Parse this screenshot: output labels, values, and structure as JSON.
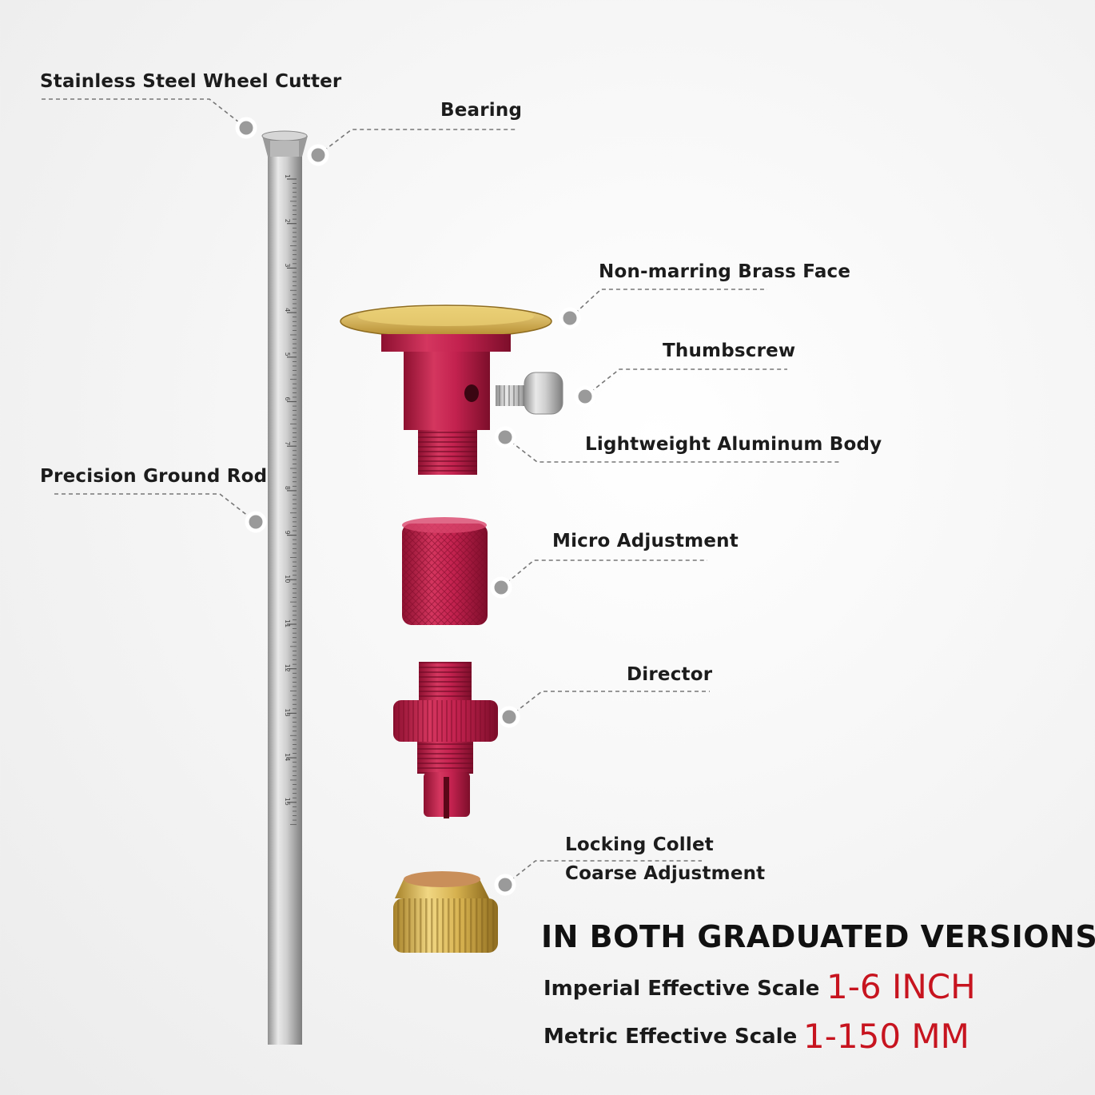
{
  "callouts": {
    "wheel_cutter": "Stainless Steel Wheel Cutter",
    "bearing": "Bearing",
    "brass_face": "Non-marring Brass Face",
    "thumbscrew": "Thumbscrew",
    "aluminum_body": "Lightweight Aluminum Body",
    "ground_rod": "Precision Ground Rod",
    "micro_adjustment": "Micro Adjustment",
    "director": "Director",
    "locking_collet": "Locking Collet",
    "coarse_adjustment": "Coarse Adjustment"
  },
  "rod_scale": [
    "1",
    "2",
    "3",
    "4",
    "5",
    "6",
    "7",
    "8",
    "9",
    "10",
    "11",
    "12",
    "13",
    "14",
    "15"
  ],
  "versions": {
    "headline": "IN BOTH GRADUATED VERSIONS",
    "imperial_label": "Imperial Effective Scale",
    "imperial_value": "1-6 INCH",
    "metric_label": "Metric Effective Scale",
    "metric_value": "1-150 MM"
  },
  "colors": {
    "accent_red": "#c7141f",
    "anodized_red": "#c3224f",
    "brass": "#d8b453",
    "steel": "#c9c9c9"
  }
}
